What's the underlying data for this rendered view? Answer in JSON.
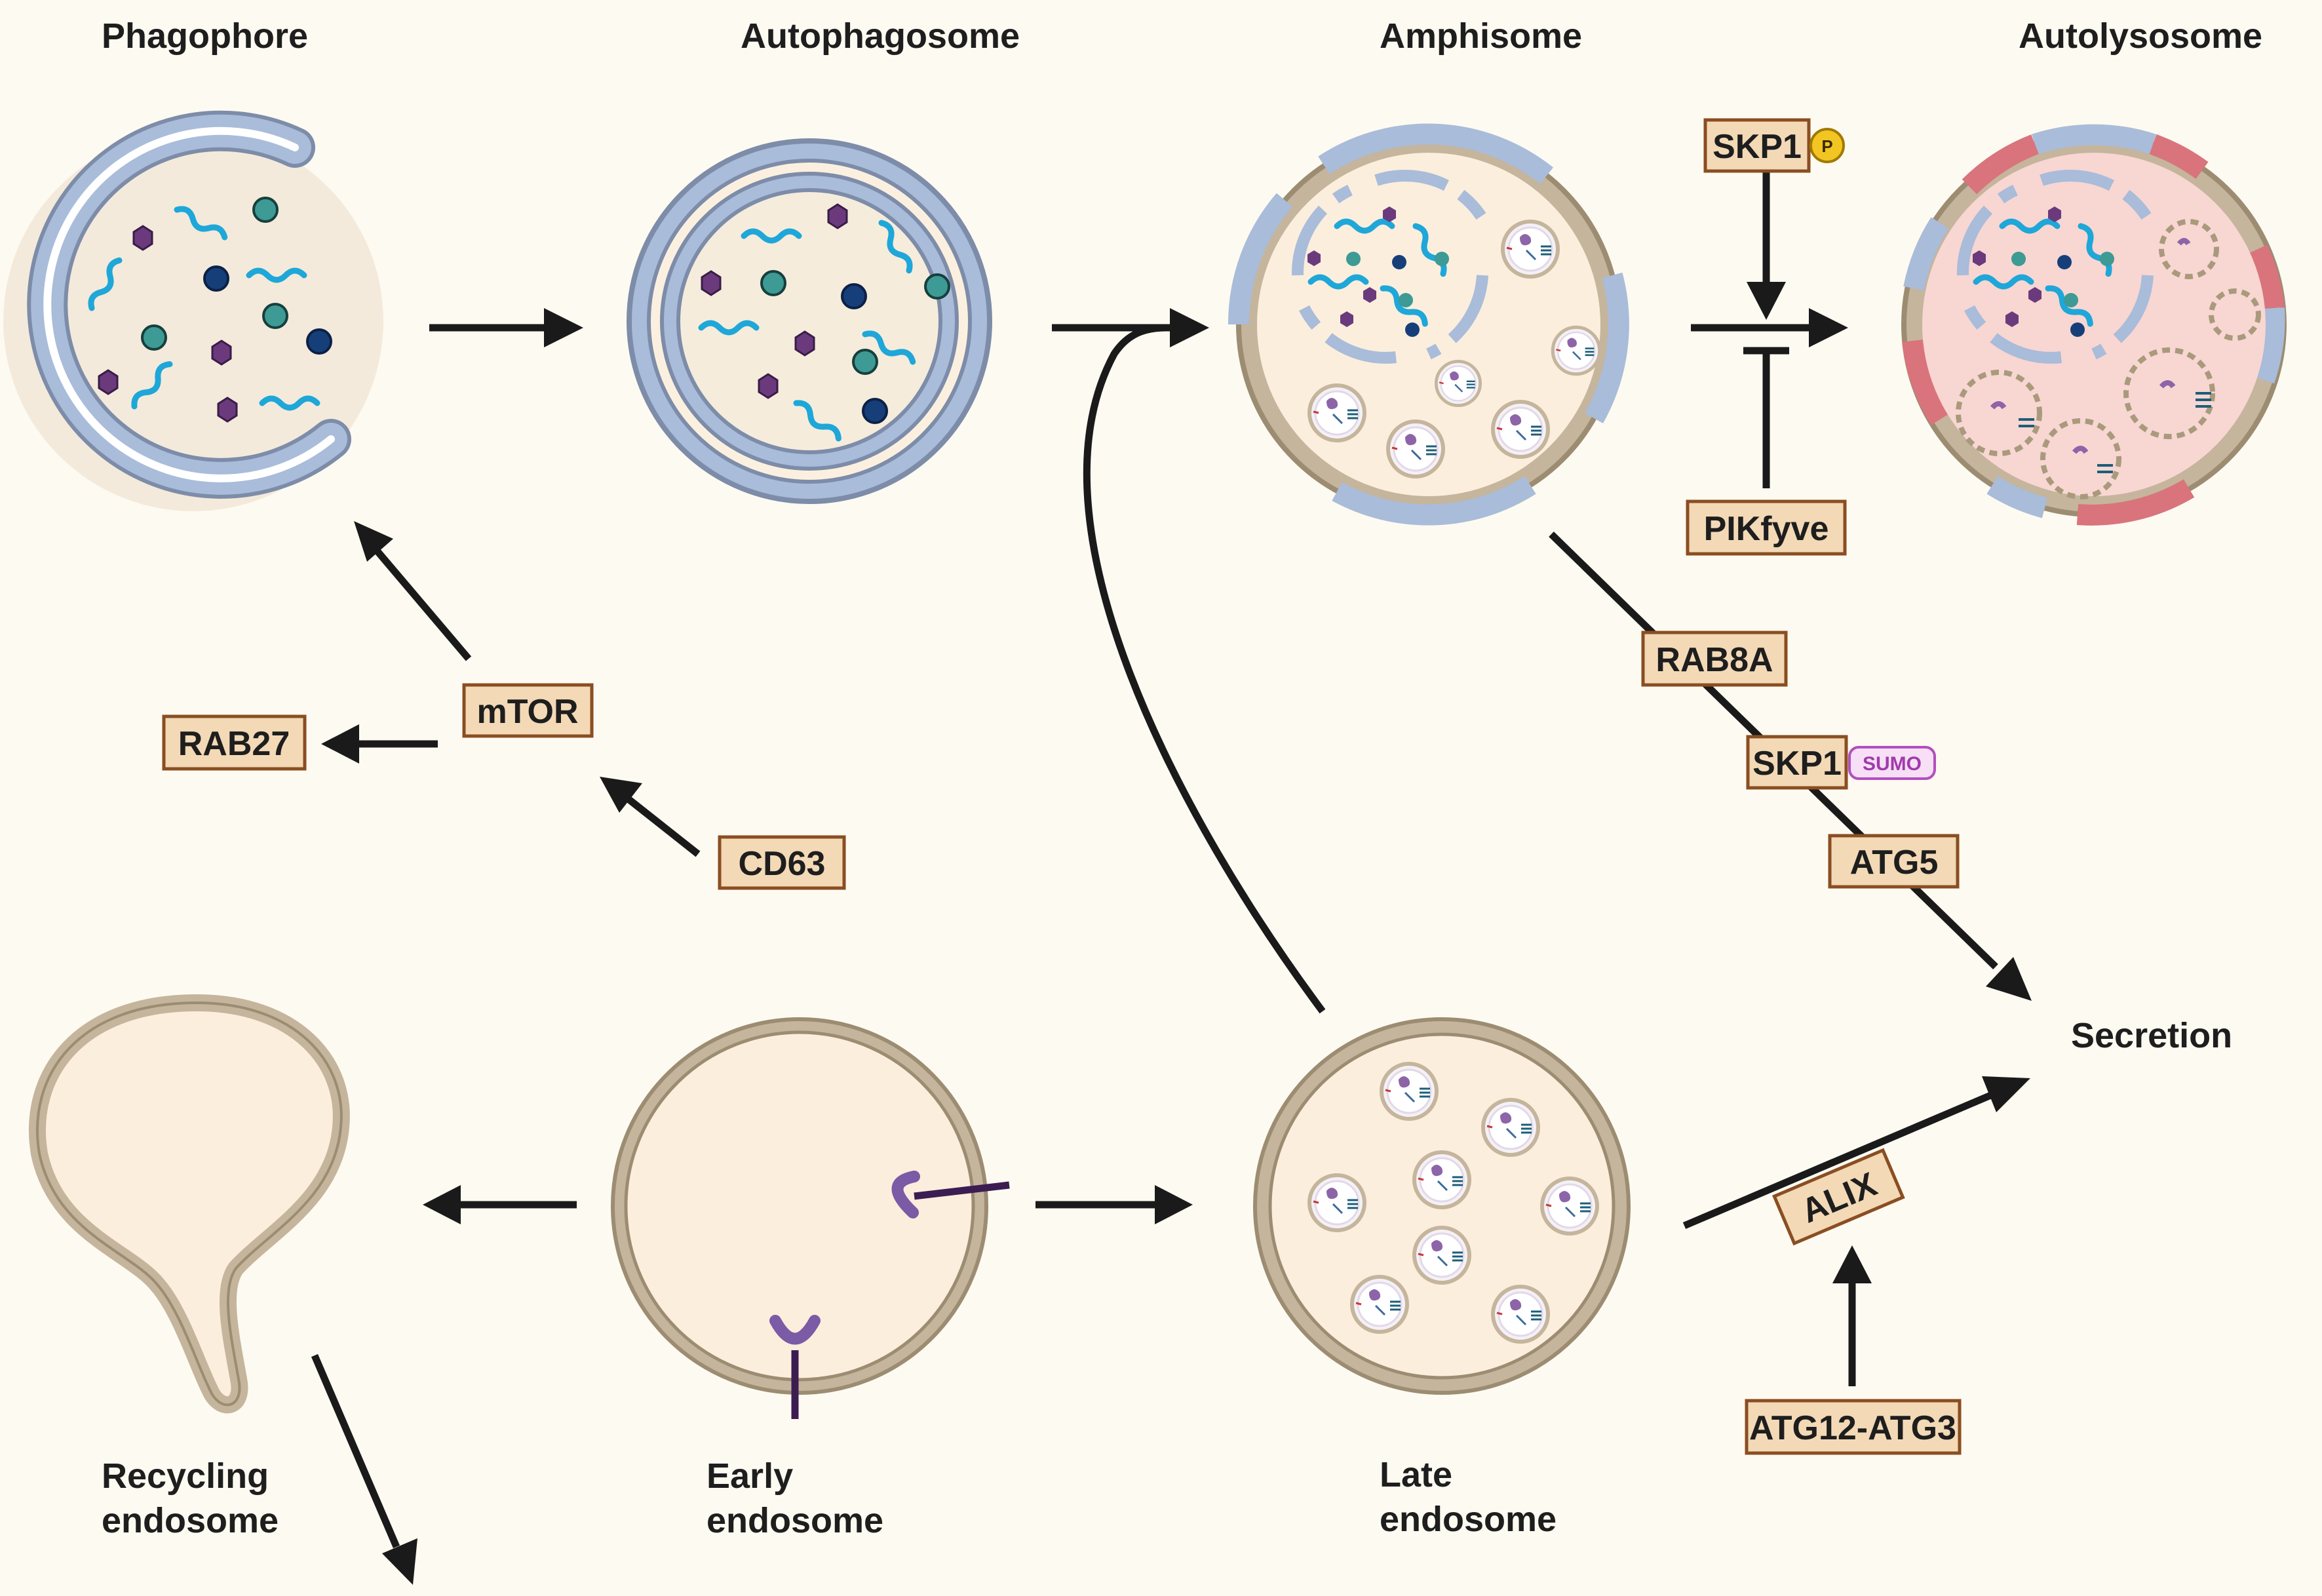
{
  "stages": {
    "phagophore": "Phagophore",
    "autophagosome": "Autophagosome",
    "amphisome": "Amphisome",
    "autolysosome": "Autolysosome",
    "secretion": "Secretion",
    "recycling_endosome": [
      "Recycling",
      "endosome"
    ],
    "early_endosome": [
      "Early",
      "endosome"
    ],
    "late_endosome": [
      "Late",
      "endosome"
    ]
  },
  "proteins": {
    "mtor": "mTOR",
    "rab27": "RAB27",
    "cd63": "CD63",
    "skp1_phospho": "SKP1",
    "phospho_badge": "P",
    "pikfyve": "PIKfyve",
    "rab8a": "RAB8A",
    "skp1_sumo": "SKP1",
    "sumo_badge": "SUMO",
    "atg5": "ATG5",
    "alix": "ALIX",
    "atg12_atg3": "ATG12-ATG3"
  },
  "colors": {
    "background": "#fdfaf1",
    "membrane_blue": "#a9bcd9",
    "membrane_tan": "#c5b59c",
    "lysosome_red": "#d9747c",
    "lumen_light": "#fbeedd",
    "lumen_pink": "#f8d6d2",
    "protein_box": "#f3d9b6",
    "protein_box_border": "#8a4e22",
    "cargo_teal": "#3d9a94",
    "cargo_navy": "#163f7a",
    "cargo_purple": "#6b3a7c",
    "cargo_wave": "#1ea7d8",
    "receptor_purple": "#7b5aa6",
    "phospho_yellow": "#f3c522",
    "sumo_violet": "#b34fbe"
  },
  "icons": [
    "phagophore-membrane",
    "double-membrane-vesicle",
    "intraluminal-vesicle",
    "receptor",
    "inhibition-bar"
  ]
}
